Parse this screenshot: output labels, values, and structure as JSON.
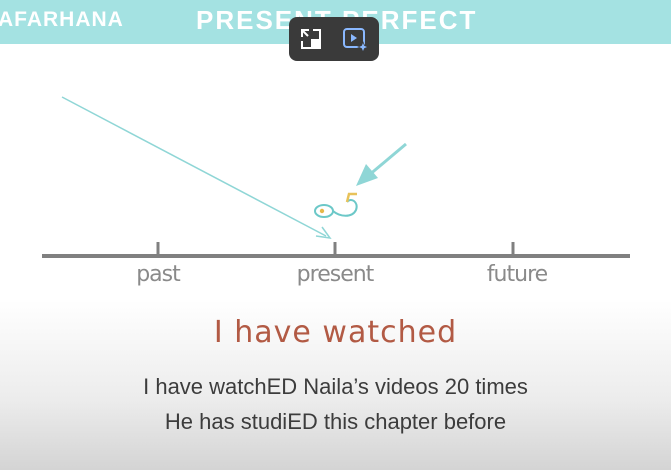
{
  "banner": {
    "channel_name": "AFARHANA",
    "lesson_title": "PRESENT PERFECT",
    "color": "#a4e2e2"
  },
  "overlay": {
    "buttons": [
      {
        "name": "exit-picture-in-picture",
        "icon": "pip-exit-icon"
      },
      {
        "name": "visual-search",
        "icon": "video-sparkle-icon"
      }
    ]
  },
  "timeline": {
    "labels": [
      "past",
      "present",
      "future"
    ],
    "line_color": "#808080",
    "arrow_color": "#8fd6d6"
  },
  "heading": {
    "text": "I have watched",
    "color": "#b25a44"
  },
  "examples": [
    "I have watchED Naila’s videos 20 times",
    "He has studiED this chapter before"
  ]
}
